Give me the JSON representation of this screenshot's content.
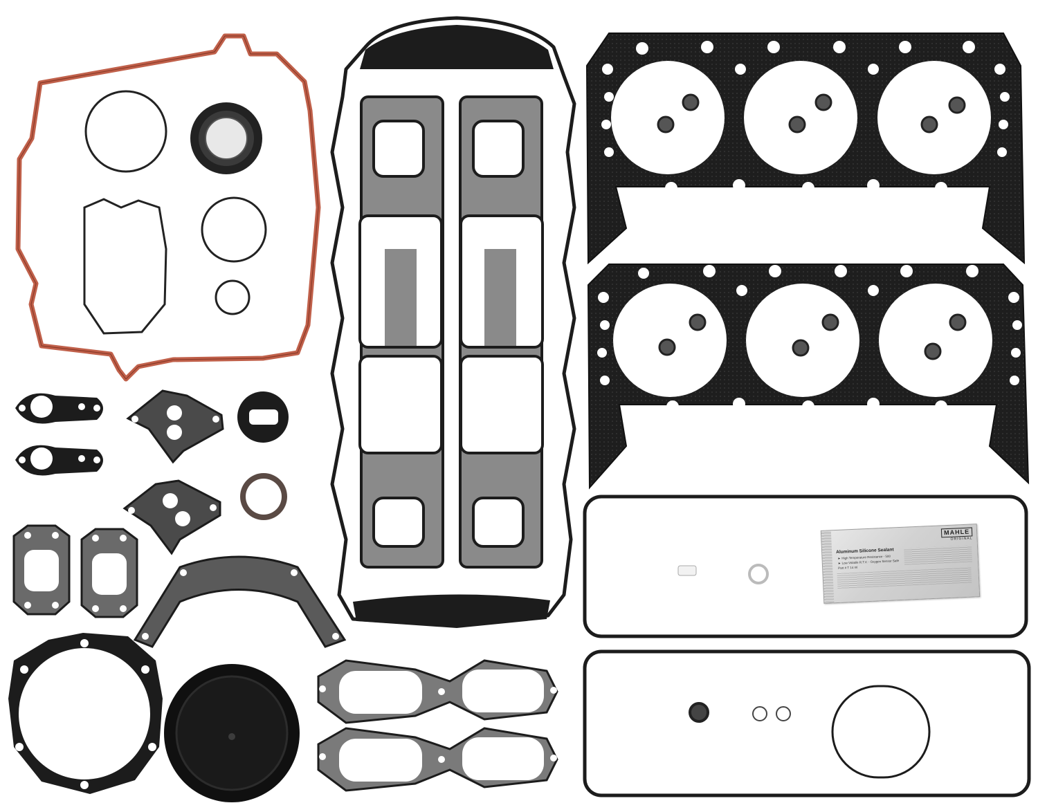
{
  "scene": {
    "description_alt": "",
    "colors": {
      "background": "#ffffff",
      "gasket": "#1c1c1c",
      "graphite": "#2a2a2a",
      "composite": "#6e6e6e",
      "orange_seal": "#c0604a"
    }
  },
  "sealant_packet": {
    "brand": "MAHLE",
    "brand_sub": "ORIGINAL",
    "title": "Aluminum Silicone Sealant",
    "line1": "► High Temperature Resistance - 500",
    "line2": "► Low Volatile R.T.V. - Oxygen Sensor Safe",
    "line3": "Part #   T      14 ml"
  }
}
